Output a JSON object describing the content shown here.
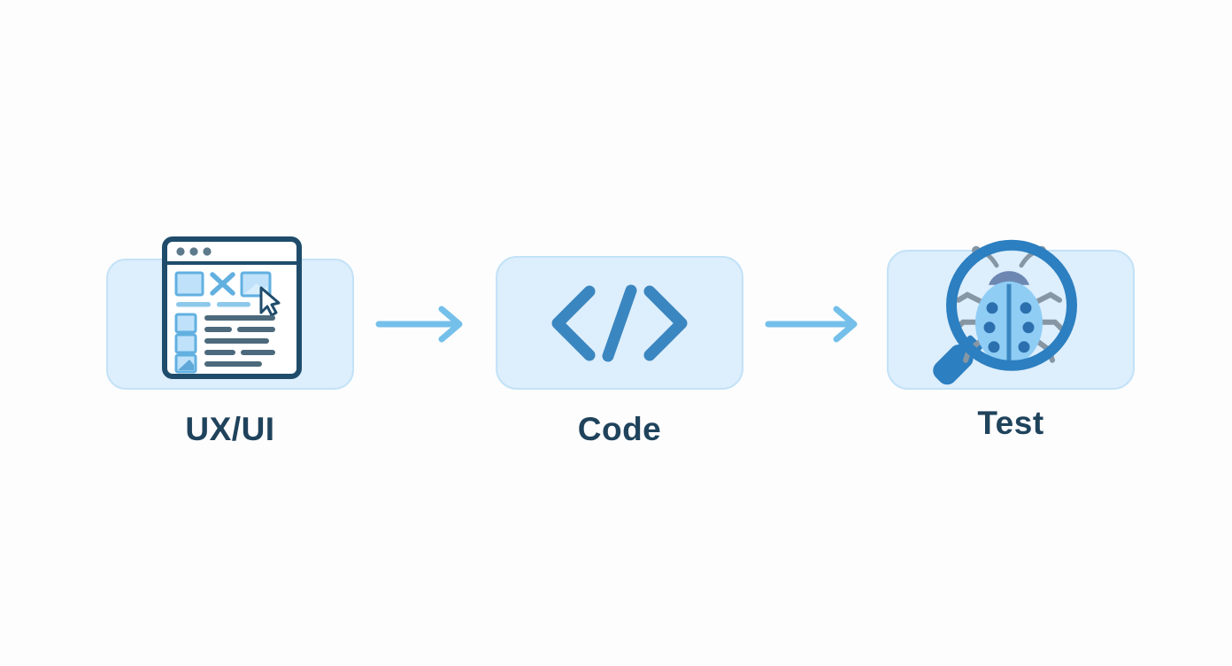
{
  "diagram": {
    "type": "process-flow",
    "title": "",
    "background_color": "#fdfdfe",
    "direction": "left-to-right",
    "steps": [
      {
        "id": "ux-ui",
        "label": "UX/UI",
        "icon": "browser-wireframe-icon",
        "card_fill": "#ddeefc",
        "card_border": "#c3e2f7"
      },
      {
        "id": "code",
        "label": "Code",
        "icon": "code-brackets-icon",
        "card_fill": "#ddeefc",
        "card_border": "#c3e2f7"
      },
      {
        "id": "test",
        "label": "Test",
        "icon": "bug-magnifier-icon",
        "card_fill": "#ddeefc",
        "card_border": "#c3e2f7"
      }
    ],
    "connectors": [
      {
        "id": "arrow-1",
        "from": "ux-ui",
        "to": "code",
        "shape": "arrow-right-icon",
        "color": "#74c0ea"
      },
      {
        "id": "arrow-2",
        "from": "code",
        "to": "test",
        "shape": "arrow-right-icon",
        "color": "#74c0ea"
      }
    ],
    "colors": {
      "label_text": "#20435c",
      "arrow": "#74c0ea",
      "accent_blue": "#3a86c0",
      "dark_outline": "#1f4c6b",
      "light_blue": "#8fcdf5",
      "slate_line": "#4c6a7c"
    }
  }
}
